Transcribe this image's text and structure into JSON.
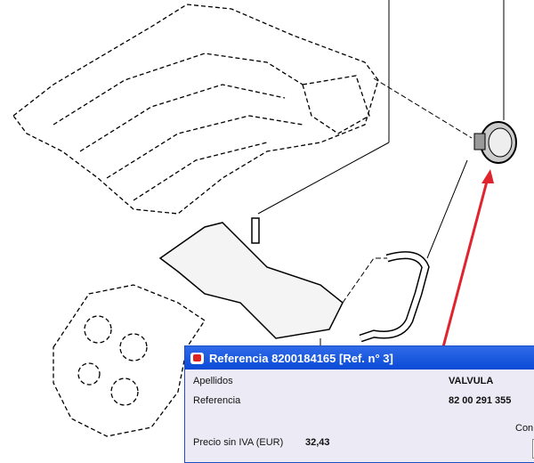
{
  "window": {
    "title": "Referencia 8200184165 [Ref. n° 3]"
  },
  "fields": {
    "apellidos_label": "Apellidos",
    "apellidos_value": "VALVULA",
    "referencia_label": "Referencia",
    "referencia_value": "82 00 291 355",
    "precio_label": "Precio sin IVA (EUR)",
    "precio_value": "32,43",
    "con_label": "Con"
  },
  "colors": {
    "arrow": "#e0242e",
    "titlebar": "#0a4ad6"
  }
}
